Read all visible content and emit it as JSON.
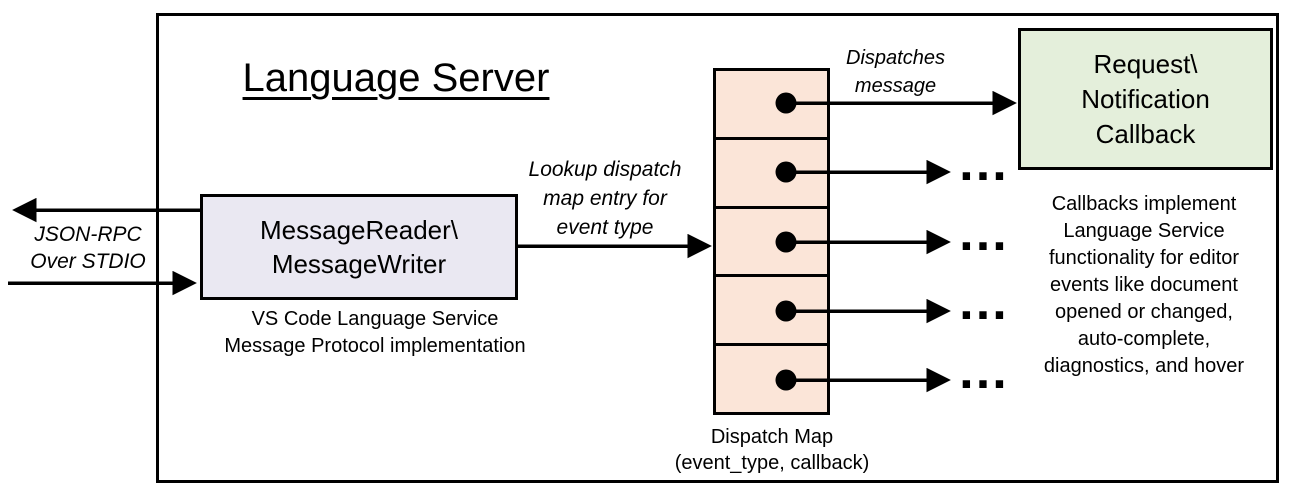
{
  "title": "Language Server",
  "colors": {
    "stroke": "#000000",
    "background": "#FFFFFF",
    "reader_fill": "#EAE8F2",
    "dispatch_fill": "#FBE5D8",
    "callback_fill": "#E4EFDB"
  },
  "stdio": {
    "label_lines": [
      "JSON-RPC",
      "Over STDIO"
    ]
  },
  "reader_writer": {
    "label_lines": [
      "MessageReader\\",
      "MessageWriter"
    ],
    "caption_lines": [
      "VS Code Language Service",
      "Message Protocol implementation"
    ]
  },
  "lookup": {
    "label_lines": [
      "Lookup dispatch",
      "map entry for",
      "event type"
    ]
  },
  "dispatches": {
    "label_lines": [
      "Dispatches",
      "message"
    ]
  },
  "dispatch_map": {
    "cell_count": 5,
    "caption_lines": [
      "Dispatch Map",
      "(event_type, callback)"
    ]
  },
  "callback_box": {
    "label_lines": [
      "Request\\",
      "Notification",
      "Callback"
    ]
  },
  "callbacks_note_lines": [
    "Callbacks implement",
    "Language Service",
    "functionality for editor",
    "events like document",
    "opened or changed,",
    "auto-complete,",
    "diagnostics, and hover"
  ],
  "ellipsis": "…"
}
